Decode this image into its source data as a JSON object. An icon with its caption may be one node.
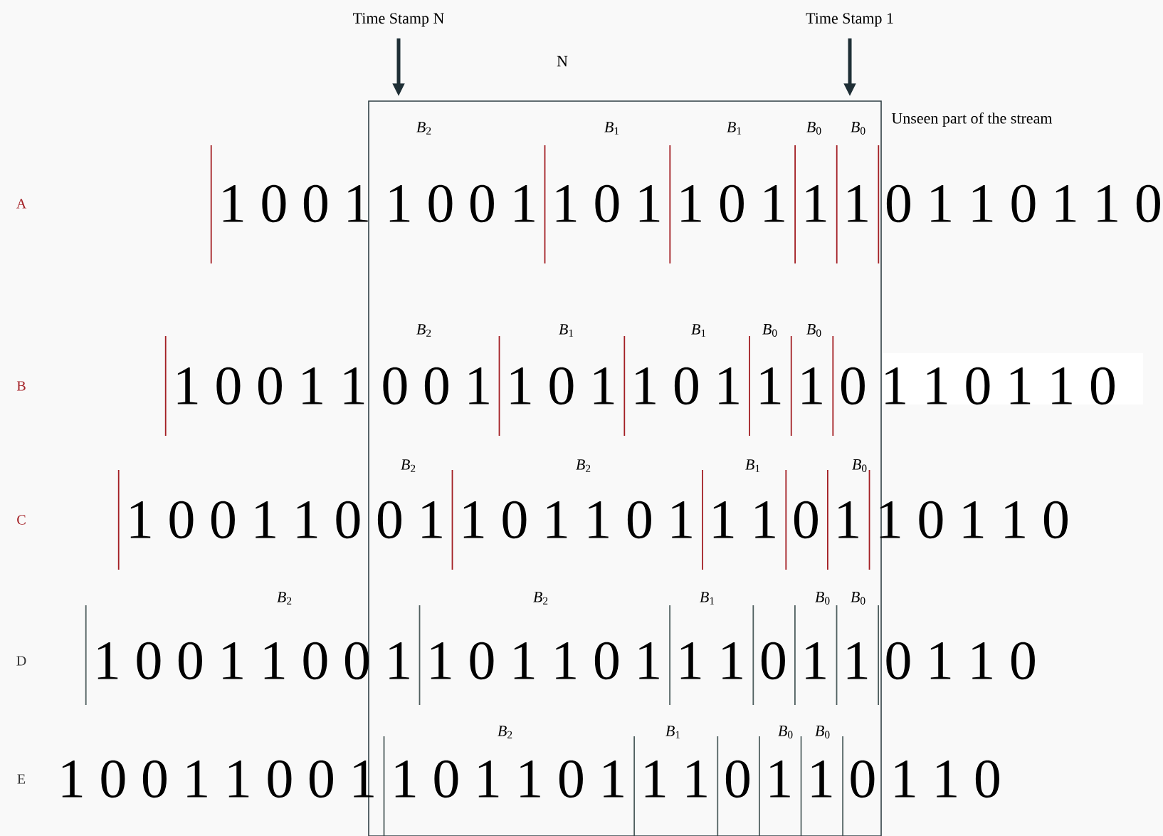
{
  "diagram": {
    "nodes": [
      {
        "text": [
          "Time Stamp N"
        ]
      },
      {
        "text": [
          "Time Stamp 1"
        ]
      },
      {
        "text": [
          "N"
        ]
      }
    ],
    "edges": [
      {
        "from": 0,
        "to": 2,
        "arrow": "to"
      },
      {
        "from": 1,
        "to": 2,
        "arrow": "to"
      }
    ],
    "labels": [
      "Unseen part of the stream",
      "*B*$_{2}$",
      "*B*$_{1}$",
      "*B*$_{1}$",
      "*B*$_{0}$",
      "*B*$_{0}$",
      "A",
      "1 0 0 1 1 0 0 1 1 0 1 1 0 1 1 1 0 1 1 0 1 1 0",
      "*B*$_{2}$",
      "*B*$_{1}$",
      "*B*$_{1}$",
      "*B*$_{0}$",
      "*B*$_{0}$",
      "B",
      "1 0 0 1 1 0 0 1 1 0 1 1 0 1 1 1 0 1 1 0 1 1 0",
      "*B*$_{2}$",
      "*B*$_{2}$",
      "*B*$_{1}$",
      "*B*$_{0}$",
      "C",
      "1 0 0 1 1 0 0 1 1 0 1 1 0 1 1 1 0 1 1 0 1 1 0",
      "*B*$_{2}$",
      "*B*$_{2}$",
      "*B*$_{1}$",
      "*B*$_{0}$",
      "*B*$_{0}$",
      "D",
      "1 0 0 1 1 0 0 1 1 0 1 1 0 1 1 1 0 1 1 0 1 1 0",
      "*B*$_{2}$",
      "*B*$_{1}$",
      "*B*$_{0}$",
      "*B*$_{0}$",
      "E",
      "1 0 0 1 1 0 0 1 1 0 1 1 0 1 1 1 0 1 1 0 1 1 0"
    ]
  }
}
